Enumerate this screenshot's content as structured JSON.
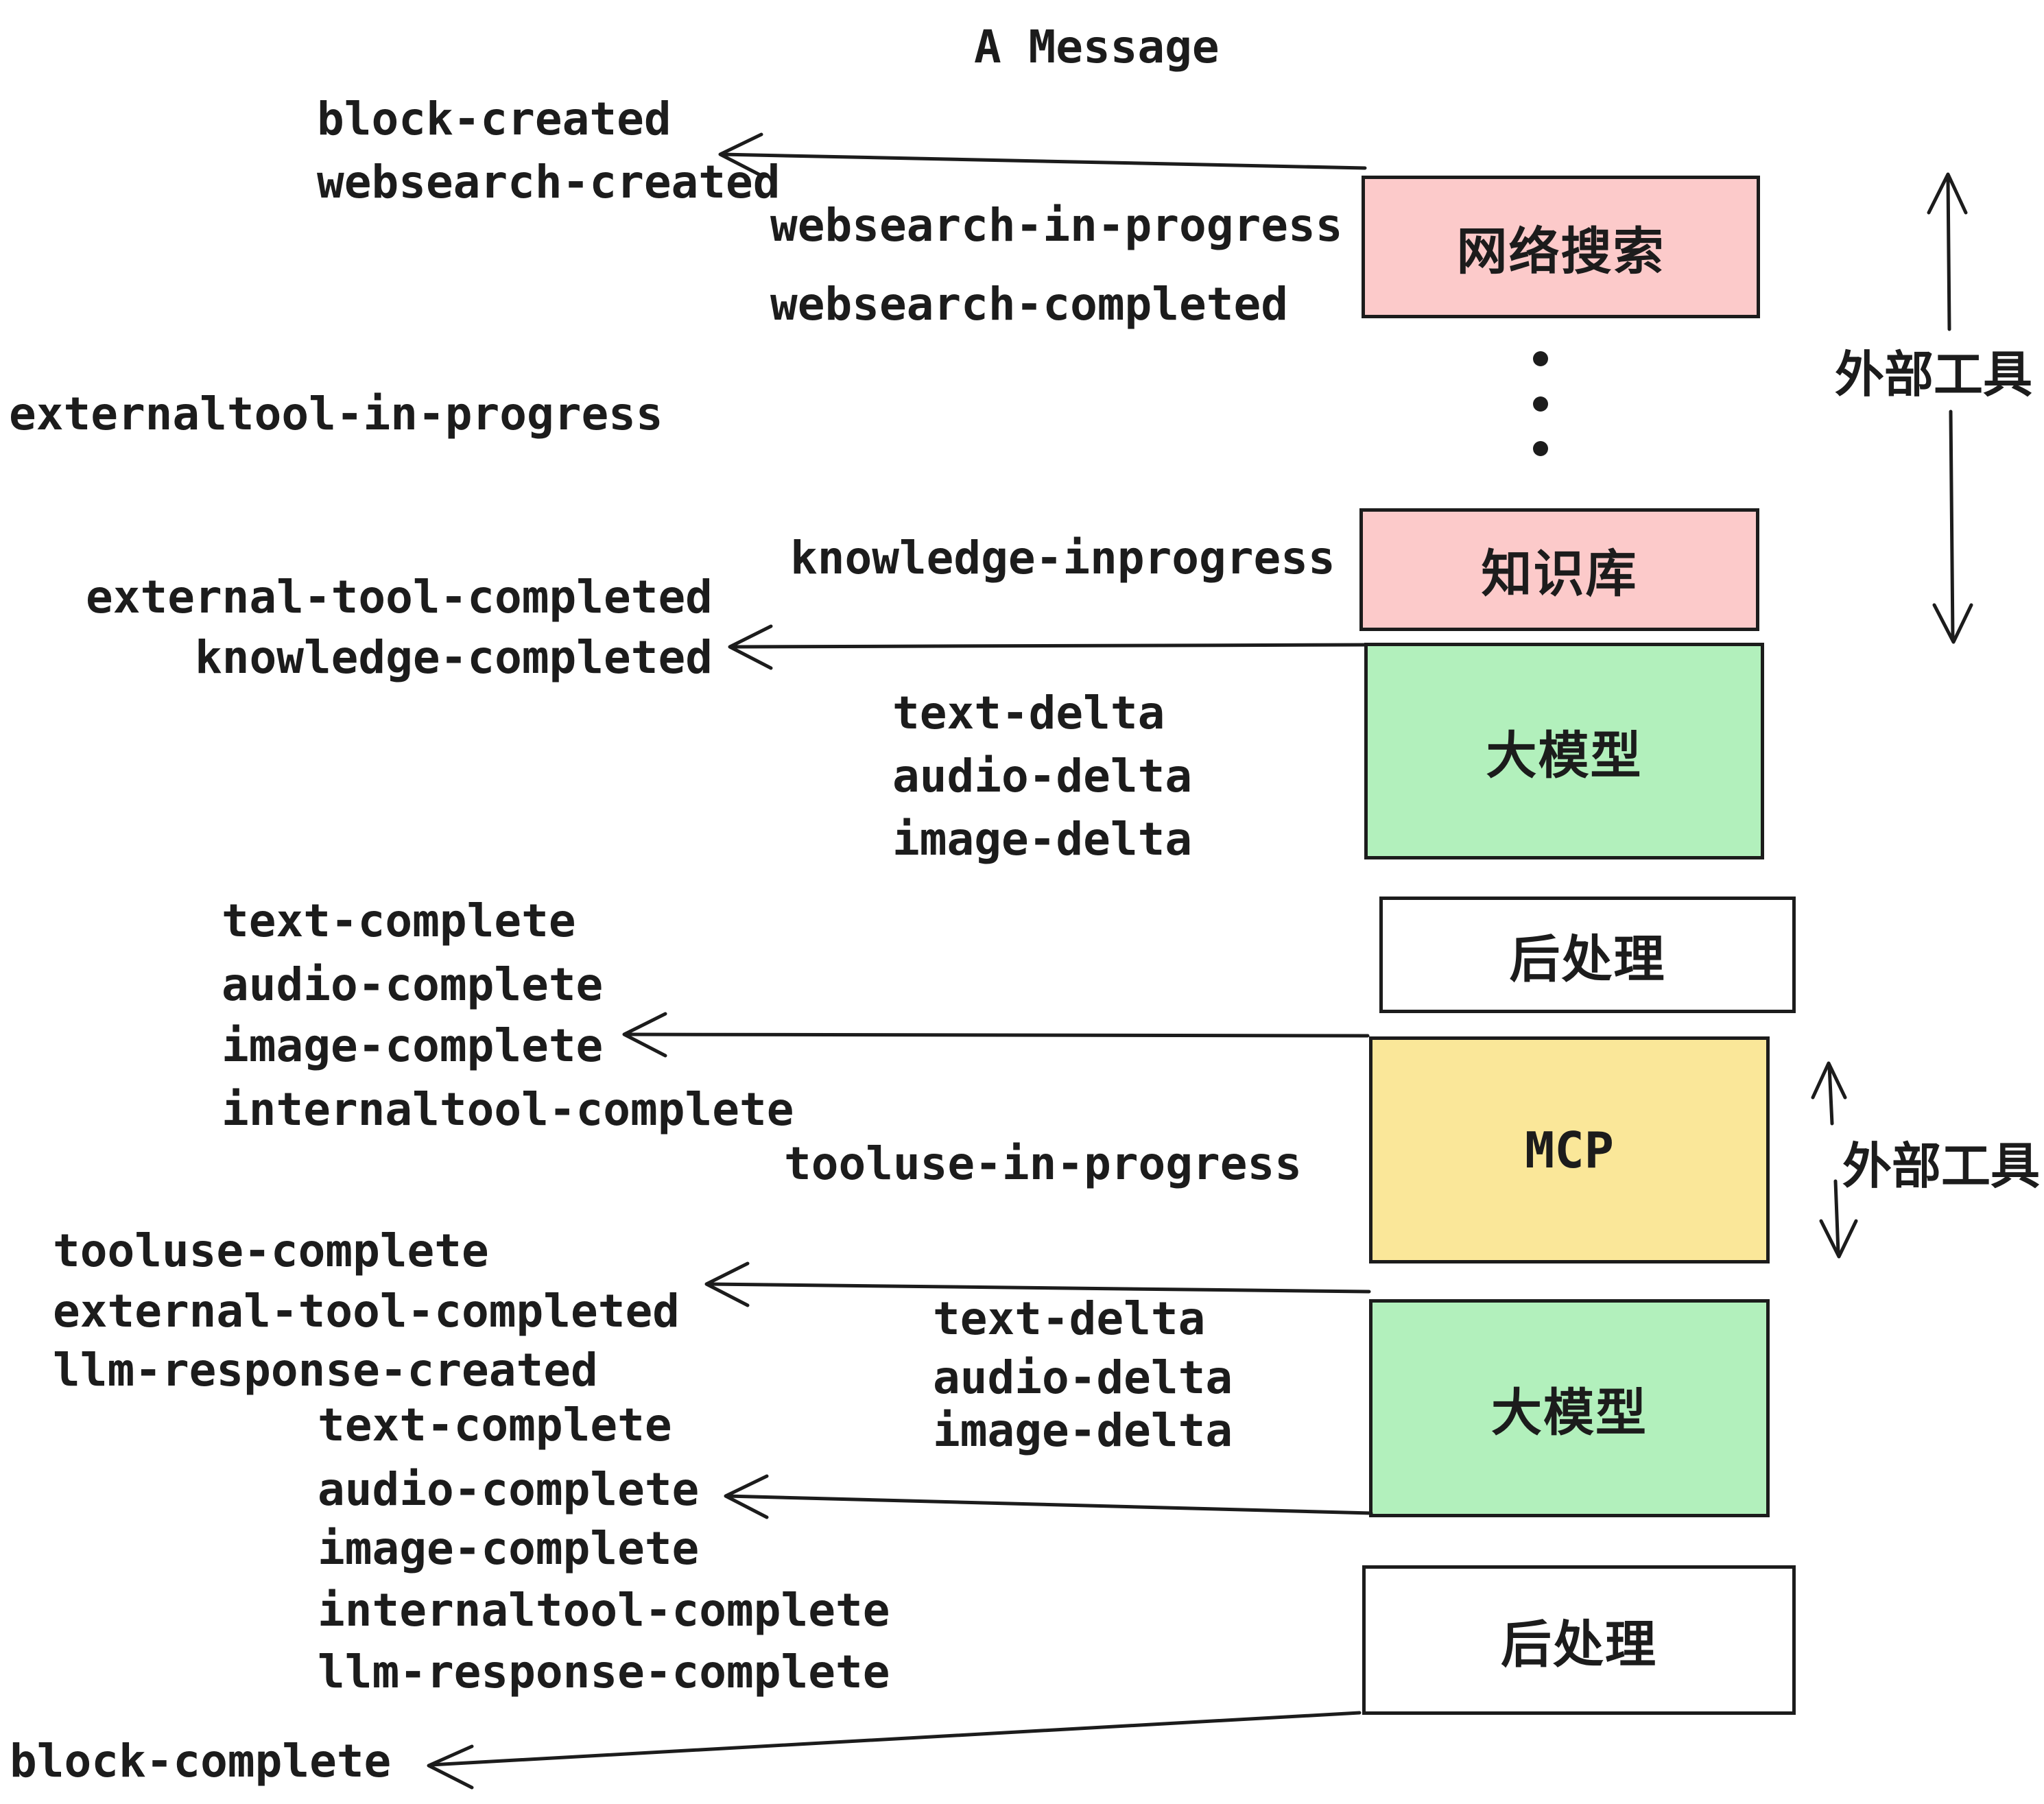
{
  "title": "A Message",
  "colors": {
    "box_pink": "#fccaca",
    "box_green": "#b2f0bc",
    "box_yellow": "#fae799",
    "box_white": "#ffffff",
    "stroke": "#1c1c1c"
  },
  "events": [
    "block-created",
    "websearch-created",
    "websearch-in-progress",
    "websearch-completed",
    "externaltool-in-progress",
    "knowledge-inprogress",
    "external-tool-completed",
    "knowledge-completed",
    "text-delta",
    "audio-delta",
    "image-delta",
    "text-complete",
    "audio-complete",
    "image-complete",
    "internaltool-complete",
    "tooluse-in-progress",
    "tooluse-complete",
    "external-tool-completed",
    "llm-response-created",
    "text-complete",
    "audio-complete",
    "image-complete",
    "internaltool-complete",
    "llm-response-complete",
    "block-complete",
    "text-delta",
    "audio-delta",
    "image-delta"
  ],
  "boxes": [
    {
      "label": "网络搜索",
      "fill": "#fccaca"
    },
    {
      "label": "知识库",
      "fill": "#fccaca"
    },
    {
      "label": "大模型",
      "fill": "#b2f0bc"
    },
    {
      "label": "后处理",
      "fill": "#ffffff"
    },
    {
      "label": "MCP",
      "fill": "#fae799"
    },
    {
      "label": "大模型",
      "fill": "#b2f0bc"
    },
    {
      "label": "后处理",
      "fill": "#ffffff"
    }
  ],
  "side_labels": [
    {
      "label": "外部工具"
    },
    {
      "label": "外部工具"
    }
  ]
}
